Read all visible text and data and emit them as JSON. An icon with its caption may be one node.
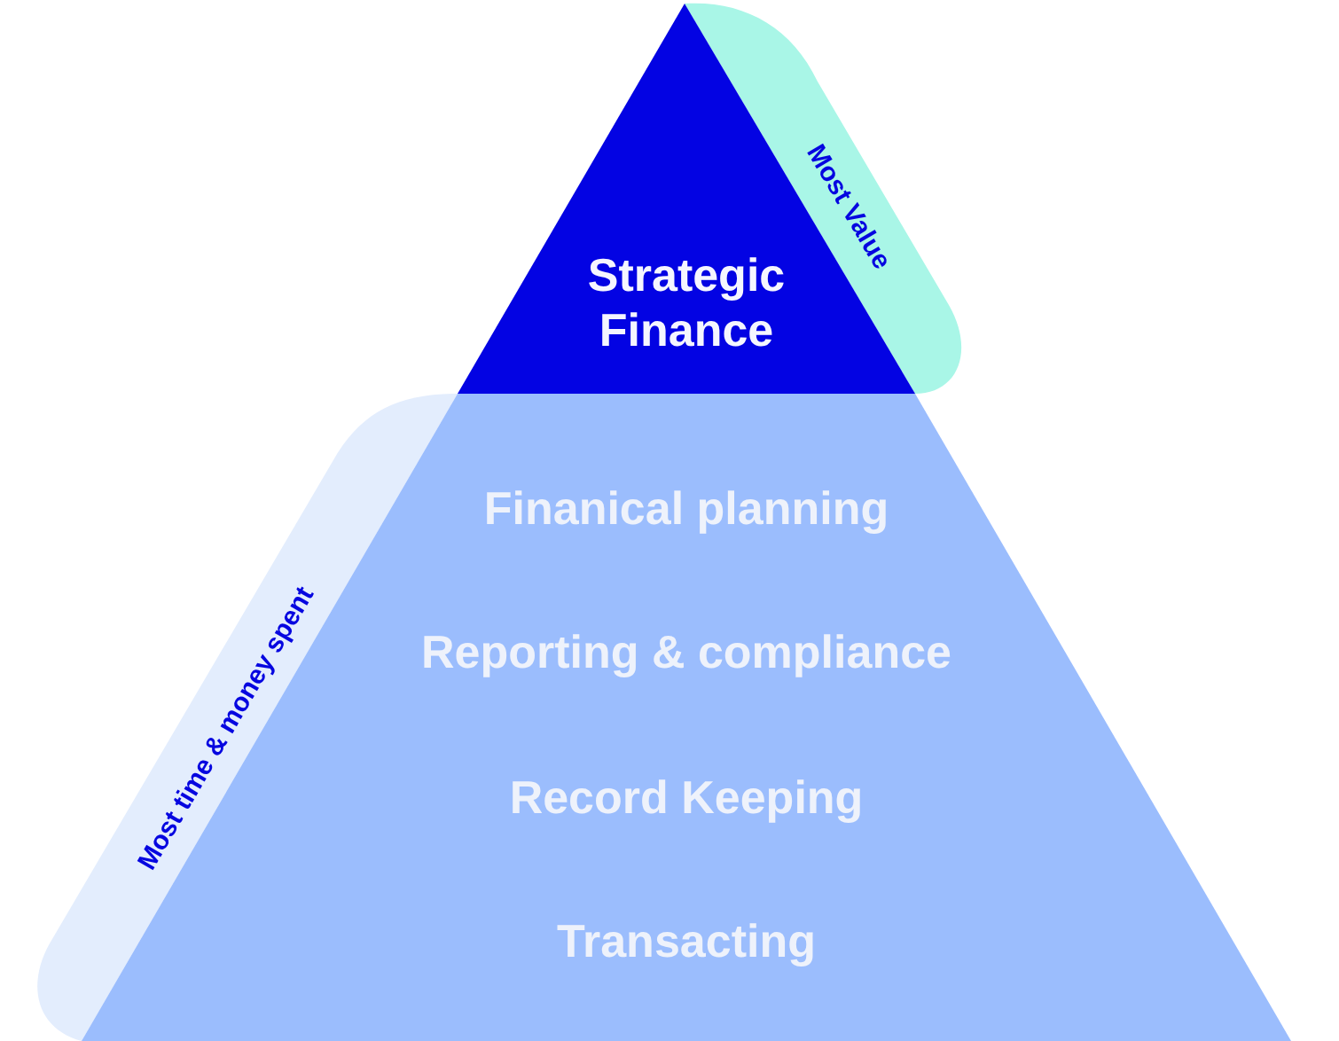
{
  "diagram": {
    "nodes": [
      {
        "text": [
          "Strategic Finance"
        ]
      },
      {
        "text": [
          "Most Value"
        ]
      },
      {
        "text": [
          "Most time & money spent"
        ]
      },
      {
        "text": [
          "Finanical planning",
          "Reporting & compliance",
          "Record Keeping",
          "Transacting"
        ]
      }
    ]
  }
}
